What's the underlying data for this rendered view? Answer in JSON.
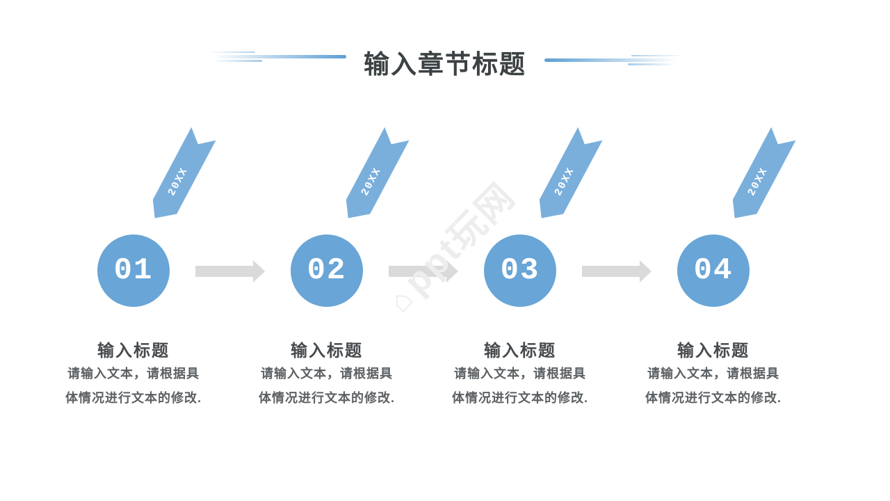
{
  "slide": {
    "title": "输入章节标题",
    "watermark": "ppt玩网",
    "steps": [
      {
        "number": "01",
        "year": "20XX",
        "heading": "输入标题",
        "body": "请输入文本，请根据具体情况进行文本的修改."
      },
      {
        "number": "02",
        "year": "20XX",
        "heading": "输入标题",
        "body": "请输入文本，请根据具体情况进行文本的修改."
      },
      {
        "number": "03",
        "year": "20XX",
        "heading": "输入标题",
        "body": "请输入文本，请根据具体情况进行文本的修改."
      },
      {
        "number": "04",
        "year": "20XX",
        "heading": "输入标题",
        "body": "请输入文本，请根据具体情况进行文本的修改."
      }
    ],
    "colors": {
      "circle_blue": "#69A5D6",
      "ribbon_blue": "#7AAFDC",
      "arrow_gray": "#DADADA",
      "line_blue": "#5D9FD4",
      "title_text": "#3C4144",
      "heading_text": "#474A4D",
      "body_text": "#5C6063",
      "number_text": "#FFFFFF",
      "watermark_gray": "#EDEDED"
    }
  }
}
